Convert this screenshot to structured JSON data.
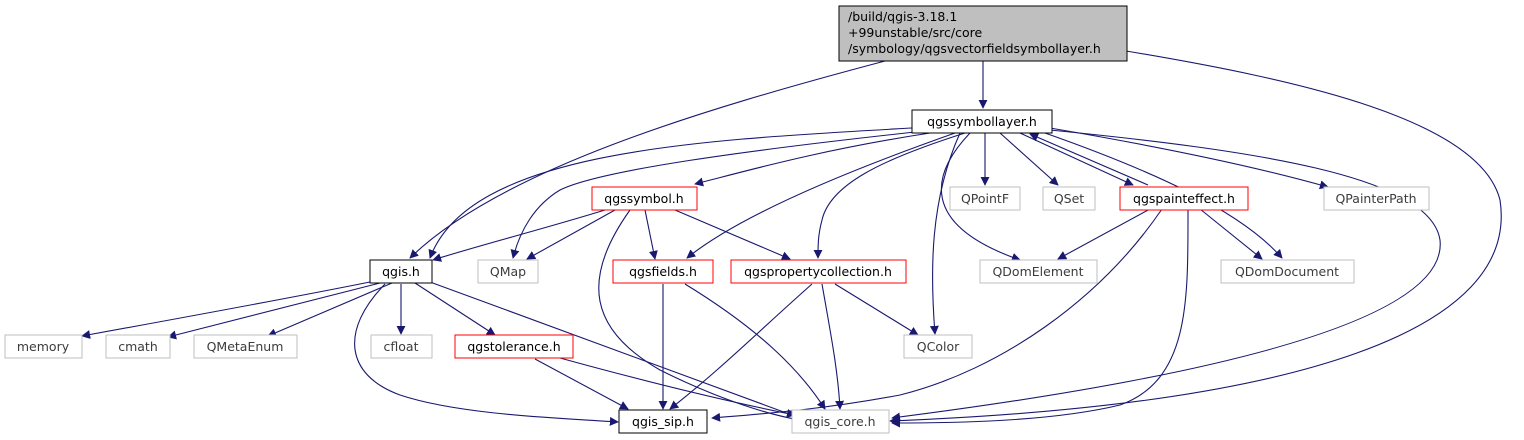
{
  "colors": {
    "edge": "#191970",
    "root_fill": "#bfbfbf",
    "node_border_black": "#000000",
    "node_border_red": "#ff0000",
    "node_border_grey": "#bfbfbf",
    "text_black": "#000000",
    "text_grey": "#3c3c3c"
  },
  "nodes": {
    "root_line1": "/build/qgis-3.18.1",
    "root_line2": "+99unstable/src/core",
    "root_line3": "/symbology/qgsvectorfieldsymbollayer.h",
    "qgssymbollayer": "qgssymbollayer.h",
    "qgis": "qgis.h",
    "qgssymbol": "qgssymbol.h",
    "qmap": "QMap",
    "qgsfields": "qgsfields.h",
    "qgspropertycollection": "qgspropertycollection.h",
    "qpointf": "QPointF",
    "qset": "QSet",
    "qgspainteffect": "qgspainteffect.h",
    "qpainterpath": "QPainterPath",
    "qdomelement": "QDomElement",
    "qdomdocument": "QDomDocument",
    "memory": "memory",
    "cmath": "cmath",
    "qmetaenum": "QMetaEnum",
    "cfloat": "cfloat",
    "qgstolerance": "qgstolerance.h",
    "qcolor": "QColor",
    "qgis_sip": "qgis_sip.h",
    "qgis_core": "qgis_core.h"
  }
}
